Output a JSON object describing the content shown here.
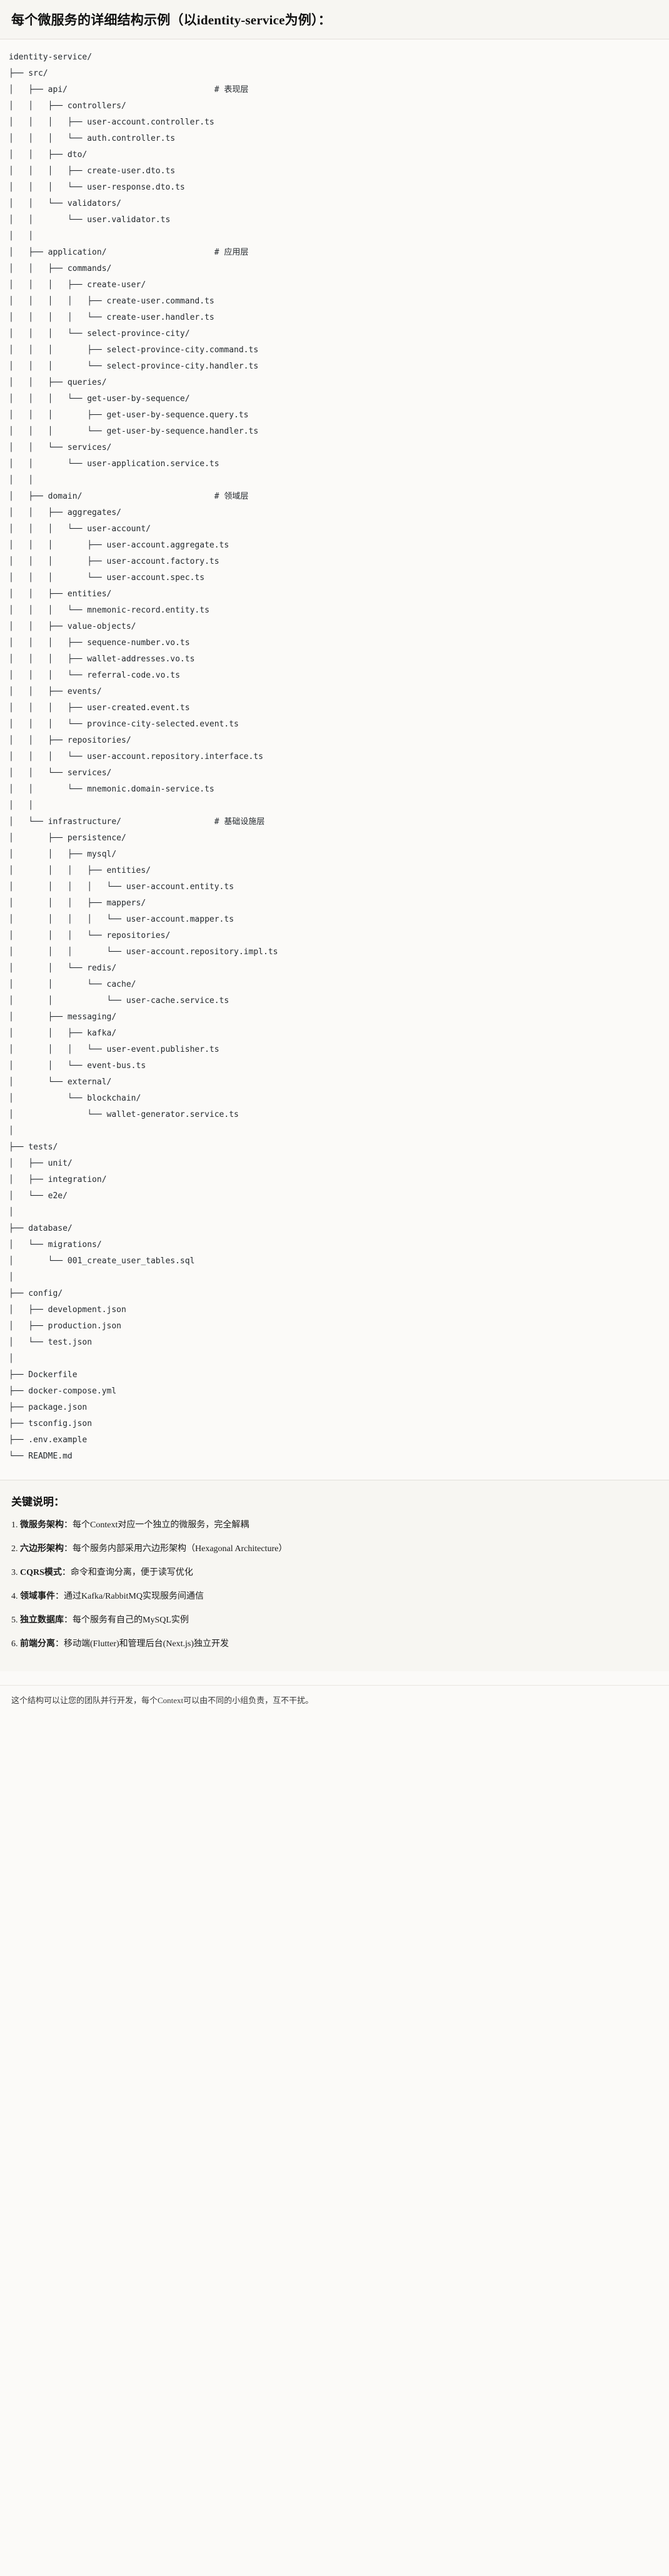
{
  "header": {
    "title": "每个微服务的详细结构示例（以identity-service为例）："
  },
  "tree": {
    "root": "identity-service/",
    "lines": [
      "identity-service/",
      "├── src/",
      "│   ├── api/                              # 表现层",
      "│   │   ├── controllers/",
      "│   │   │   ├── user-account.controller.ts",
      "│   │   │   └── auth.controller.ts",
      "│   │   ├── dto/",
      "│   │   │   ├── create-user.dto.ts",
      "│   │   │   └── user-response.dto.ts",
      "│   │   └── validators/",
      "│   │       └── user.validator.ts",
      "│   │",
      "│   ├── application/                      # 应用层",
      "│   │   ├── commands/",
      "│   │   │   ├── create-user/",
      "│   │   │   │   ├── create-user.command.ts",
      "│   │   │   │   └── create-user.handler.ts",
      "│   │   │   └── select-province-city/",
      "│   │   │       ├── select-province-city.command.ts",
      "│   │   │       └── select-province-city.handler.ts",
      "│   │   ├── queries/",
      "│   │   │   └── get-user-by-sequence/",
      "│   │   │       ├── get-user-by-sequence.query.ts",
      "│   │   │       └── get-user-by-sequence.handler.ts",
      "│   │   └── services/",
      "│   │       └── user-application.service.ts",
      "│   │",
      "│   ├── domain/                           # 领域层",
      "│   │   ├── aggregates/",
      "│   │   │   └── user-account/",
      "│   │   │       ├── user-account.aggregate.ts",
      "│   │   │       ├── user-account.factory.ts",
      "│   │   │       └── user-account.spec.ts",
      "│   │   ├── entities/",
      "│   │   │   └── mnemonic-record.entity.ts",
      "│   │   ├── value-objects/",
      "│   │   │   ├── sequence-number.vo.ts",
      "│   │   │   ├── wallet-addresses.vo.ts",
      "│   │   │   └── referral-code.vo.ts",
      "│   │   ├── events/",
      "│   │   │   ├── user-created.event.ts",
      "│   │   │   └── province-city-selected.event.ts",
      "│   │   ├── repositories/",
      "│   │   │   └── user-account.repository.interface.ts",
      "│   │   └── services/",
      "│   │       └── mnemonic.domain-service.ts",
      "│   │",
      "│   └── infrastructure/                   # 基础设施层",
      "│       ├── persistence/",
      "│       │   ├── mysql/",
      "│       │   │   ├── entities/",
      "│       │   │   │   └── user-account.entity.ts",
      "│       │   │   ├── mappers/",
      "│       │   │   │   └── user-account.mapper.ts",
      "│       │   │   └── repositories/",
      "│       │   │       └── user-account.repository.impl.ts",
      "│       │   └── redis/",
      "│       │       └── cache/",
      "│       │           └── user-cache.service.ts",
      "│       ├── messaging/",
      "│       │   ├── kafka/",
      "│       │   │   └── user-event.publisher.ts",
      "│       │   └── event-bus.ts",
      "│       └── external/",
      "│           └── blockchain/",
      "│               └── wallet-generator.service.ts",
      "│",
      "├── tests/",
      "│   ├── unit/",
      "│   ├── integration/",
      "│   └── e2e/",
      "│",
      "├── database/",
      "│   └── migrations/",
      "│       └── 001_create_user_tables.sql",
      "│",
      "├── config/",
      "│   ├── development.json",
      "│   ├── production.json",
      "│   └── test.json",
      "│",
      "├── Dockerfile",
      "├── docker-compose.yml",
      "├── package.json",
      "├── tsconfig.json",
      "├── .env.example",
      "└── README.md"
    ],
    "layer_comments": [
      "# 表现层",
      "# 应用层",
      "# 领域层",
      "# 基础设施层"
    ]
  },
  "notes": {
    "heading": "关键说明：",
    "items": [
      {
        "num": "1.",
        "term": "微服务架构",
        "desc": "：每个Context对应一个独立的微服务，完全解耦"
      },
      {
        "num": "2.",
        "term": "六边形架构",
        "desc": "：每个服务内部采用六边形架构（Hexagonal Architecture）"
      },
      {
        "num": "3.",
        "term": "CQRS模式",
        "desc": "：命令和查询分离，便于读写优化"
      },
      {
        "num": "4.",
        "term": "领域事件",
        "desc": "：通过Kafka/RabbitMQ实现服务间通信"
      },
      {
        "num": "5.",
        "term": "独立数据库",
        "desc": "：每个服务有自己的MySQL实例"
      },
      {
        "num": "6.",
        "term": "前端分离",
        "desc": "：移动端(Flutter)和管理后台(Next.js)独立开发"
      }
    ],
    "closing": "这个结构可以让您的团队并行开发，每个Context可以由不同的小组负责，互不干扰。"
  }
}
